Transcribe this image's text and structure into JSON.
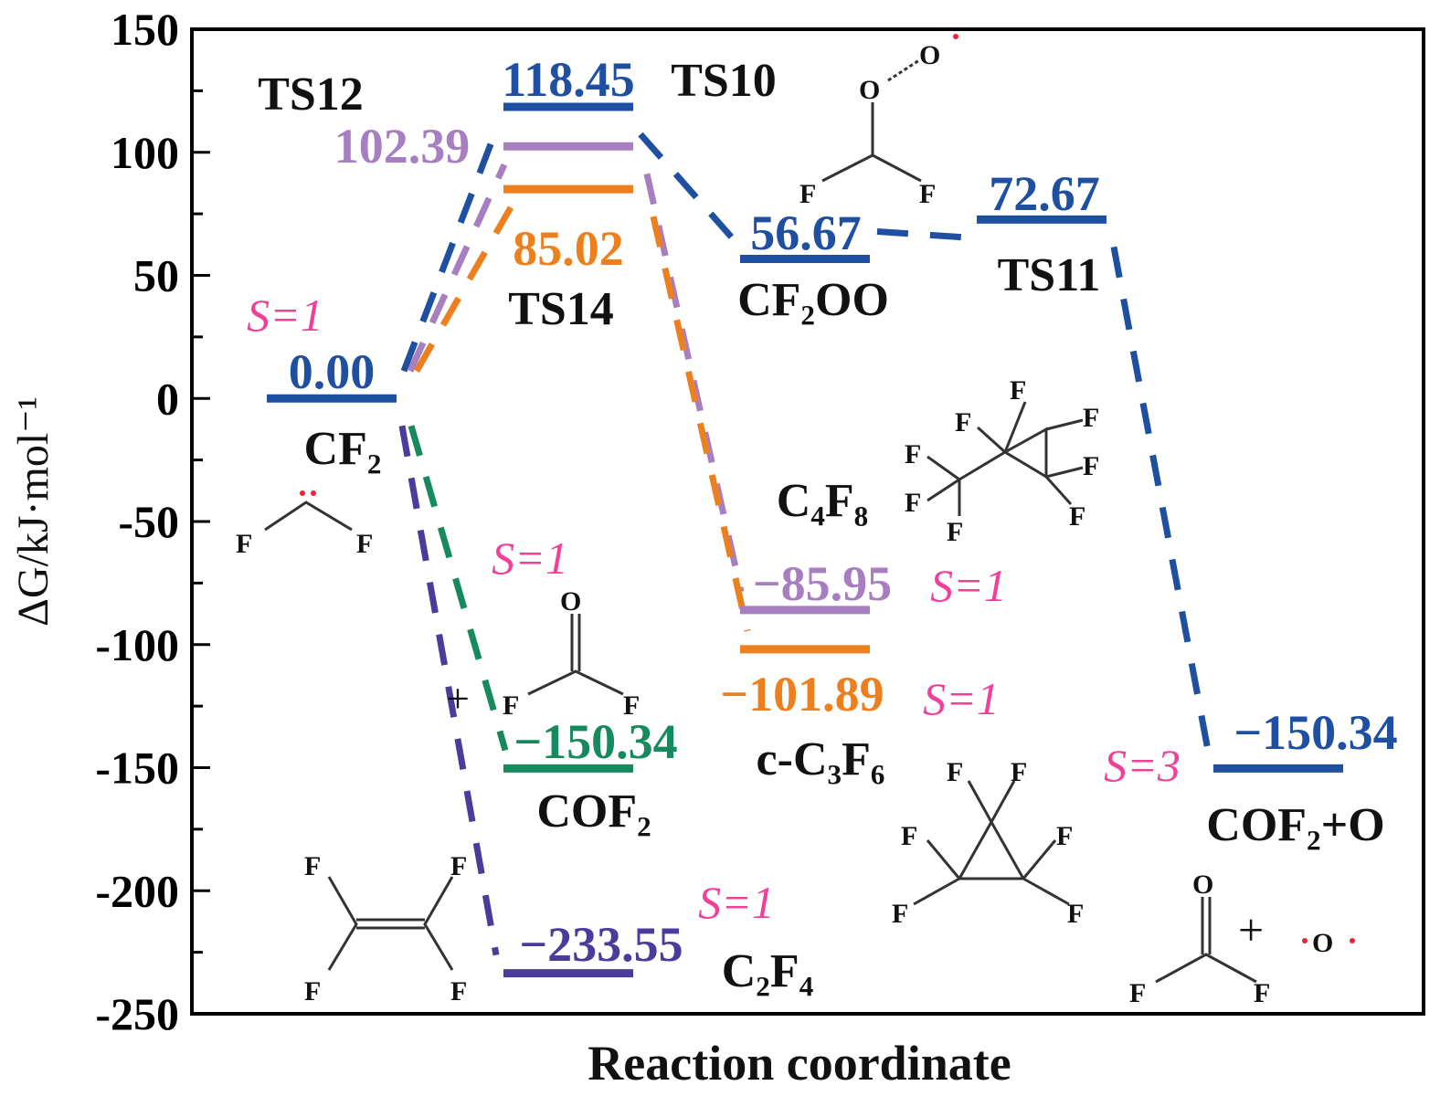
{
  "chart_data": {
    "type": "energy-level-diagram",
    "title": "",
    "xlabel": "Reaction coordinate",
    "ylabel": "ΔG/kJ·mol⁻¹",
    "ylim": [
      -250,
      150
    ],
    "yticks": [
      150,
      100,
      50,
      0,
      -50,
      -100,
      -150,
      -200,
      -250
    ],
    "yminor_step": 25,
    "grid": false,
    "colors": {
      "blue": "#1f4fa0",
      "purple": "#a77fc0",
      "orange": "#ec7f1e",
      "green": "#168a5c",
      "indigo": "#4b3c9c",
      "pink": "#f0409a"
    },
    "levels": [
      {
        "stage": 0,
        "value": 0.0,
        "label": "0.00",
        "color": "blue"
      },
      {
        "stage": 1,
        "value": 118.45,
        "label": "118.45",
        "color": "blue"
      },
      {
        "stage": 1,
        "value": 102.39,
        "label": "102.39",
        "color": "purple"
      },
      {
        "stage": 1,
        "value": 85.02,
        "label": "85.02",
        "color": "orange"
      },
      {
        "stage": 2,
        "value": 56.67,
        "label": "56.67",
        "color": "blue"
      },
      {
        "stage": 3,
        "value": 72.67,
        "label": "72.67",
        "color": "blue"
      },
      {
        "stage": 4,
        "value": -150.34,
        "label": "−150.34",
        "color": "blue"
      },
      {
        "stage": 2,
        "value": -85.95,
        "label": "−85.95",
        "color": "purple"
      },
      {
        "stage": 2,
        "value": -101.89,
        "label": "−101.89",
        "color": "orange"
      },
      {
        "stage": 1,
        "value": -150.34,
        "label": "−150.34",
        "color": "green"
      },
      {
        "stage": 1,
        "value": -233.55,
        "label": "−233.55",
        "color": "indigo"
      }
    ],
    "connectors": [
      {
        "from": 0,
        "to": 1,
        "color": "blue"
      },
      {
        "from": 0,
        "to": 2,
        "color": "purple"
      },
      {
        "from": 0,
        "to": 3,
        "color": "orange"
      },
      {
        "from": 1,
        "to": 4,
        "color": "blue"
      },
      {
        "from": 4,
        "to": 5,
        "color": "blue"
      },
      {
        "from": 5,
        "to": 6,
        "color": "blue"
      },
      {
        "from": 2,
        "to": 7,
        "color": "purple"
      },
      {
        "from": 3,
        "to": 8,
        "color": "orange"
      },
      {
        "from": 0,
        "to": 9,
        "color": "green"
      },
      {
        "from": 0,
        "to": 10,
        "color": "indigo"
      }
    ],
    "species_labels": [
      "TS12",
      "TS10",
      "TS14",
      "CF₂",
      "CF₂OO",
      "TS11",
      "C₄F₈",
      "c-C₃F₆",
      "COF₂",
      "C₂F₄",
      "COF₂+O"
    ],
    "spin_labels": [
      "S=1",
      "S=1",
      "S=1",
      "S=1",
      "S=1",
      "S=3"
    ]
  },
  "atoms": {
    "F": "F",
    "O": "O",
    "plus": "+"
  }
}
